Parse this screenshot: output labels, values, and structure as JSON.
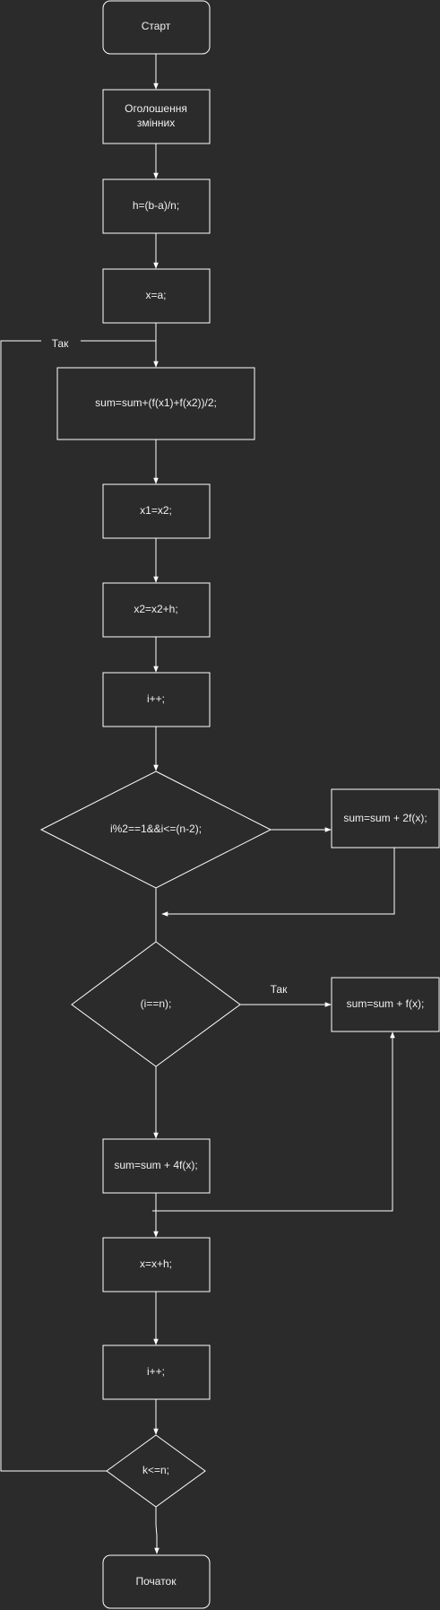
{
  "nodes": {
    "start": "Старт",
    "declare_1": "Оголошення",
    "declare_2": "змінних",
    "h_calc": "h=(b-a)/n;",
    "x_init": "x=a;",
    "sum_update": "sum=sum+(f(x1)+f(x2))/2;",
    "x1_assign": "x1=x2;",
    "x2_assign": "x2=x2+h;",
    "i_inc_1": "i++;",
    "cond_odd": "i%2==1&&i<=(n-2);",
    "sum_2f": "sum=sum + 2f(x);",
    "cond_last": "(i==n);",
    "sum_f": "sum=sum + f(x);",
    "sum_4f": "sum=sum + 4f(x);",
    "x_step": "x=x+h;",
    "i_inc_2": "i++;",
    "cond_loop": "k<=n;",
    "end": "Початок"
  },
  "edge_labels": {
    "loop_yes": "Так",
    "last_yes": "Так"
  },
  "colors": {
    "background": "#2b2b2b",
    "stroke": "#ffffff",
    "text": "#f0f0f0"
  }
}
